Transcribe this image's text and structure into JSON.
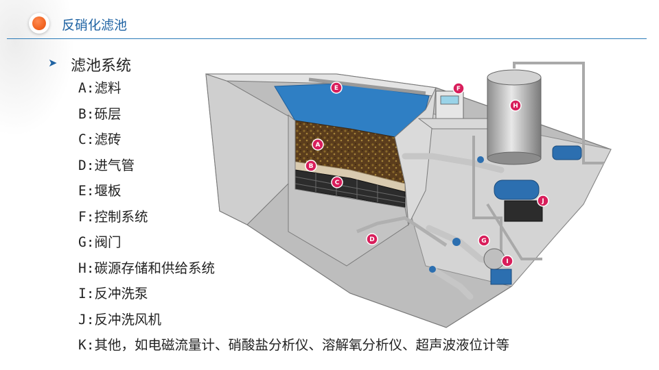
{
  "header": {
    "title": "反硝化滤池"
  },
  "section": {
    "title": "滤池系统"
  },
  "legend": [
    "A:滤料",
    "B:砾层",
    "C:滤砖",
    "D:进气管",
    "E:堰板",
    "F:控制系统",
    "G:阀门",
    "H:碳源存储和供给系统",
    "I:反冲洗泵",
    "J:反冲洗风机",
    "K:其他，如电磁流量计、硝酸盐分析仪、溶解氧分析仪、超声波液位计等"
  ],
  "diagram": {
    "markers": {
      "A": "A",
      "B": "B",
      "C": "C",
      "D": "D",
      "E": "E",
      "F": "F",
      "G": "G",
      "H": "H",
      "I": "I",
      "J": "J"
    },
    "colors": {
      "water": "#2f7fc4",
      "media": "#5b3d1c",
      "gravel": "#d9cbb0",
      "marker": "#d81e5b",
      "concrete": "#c9c9c9"
    }
  }
}
